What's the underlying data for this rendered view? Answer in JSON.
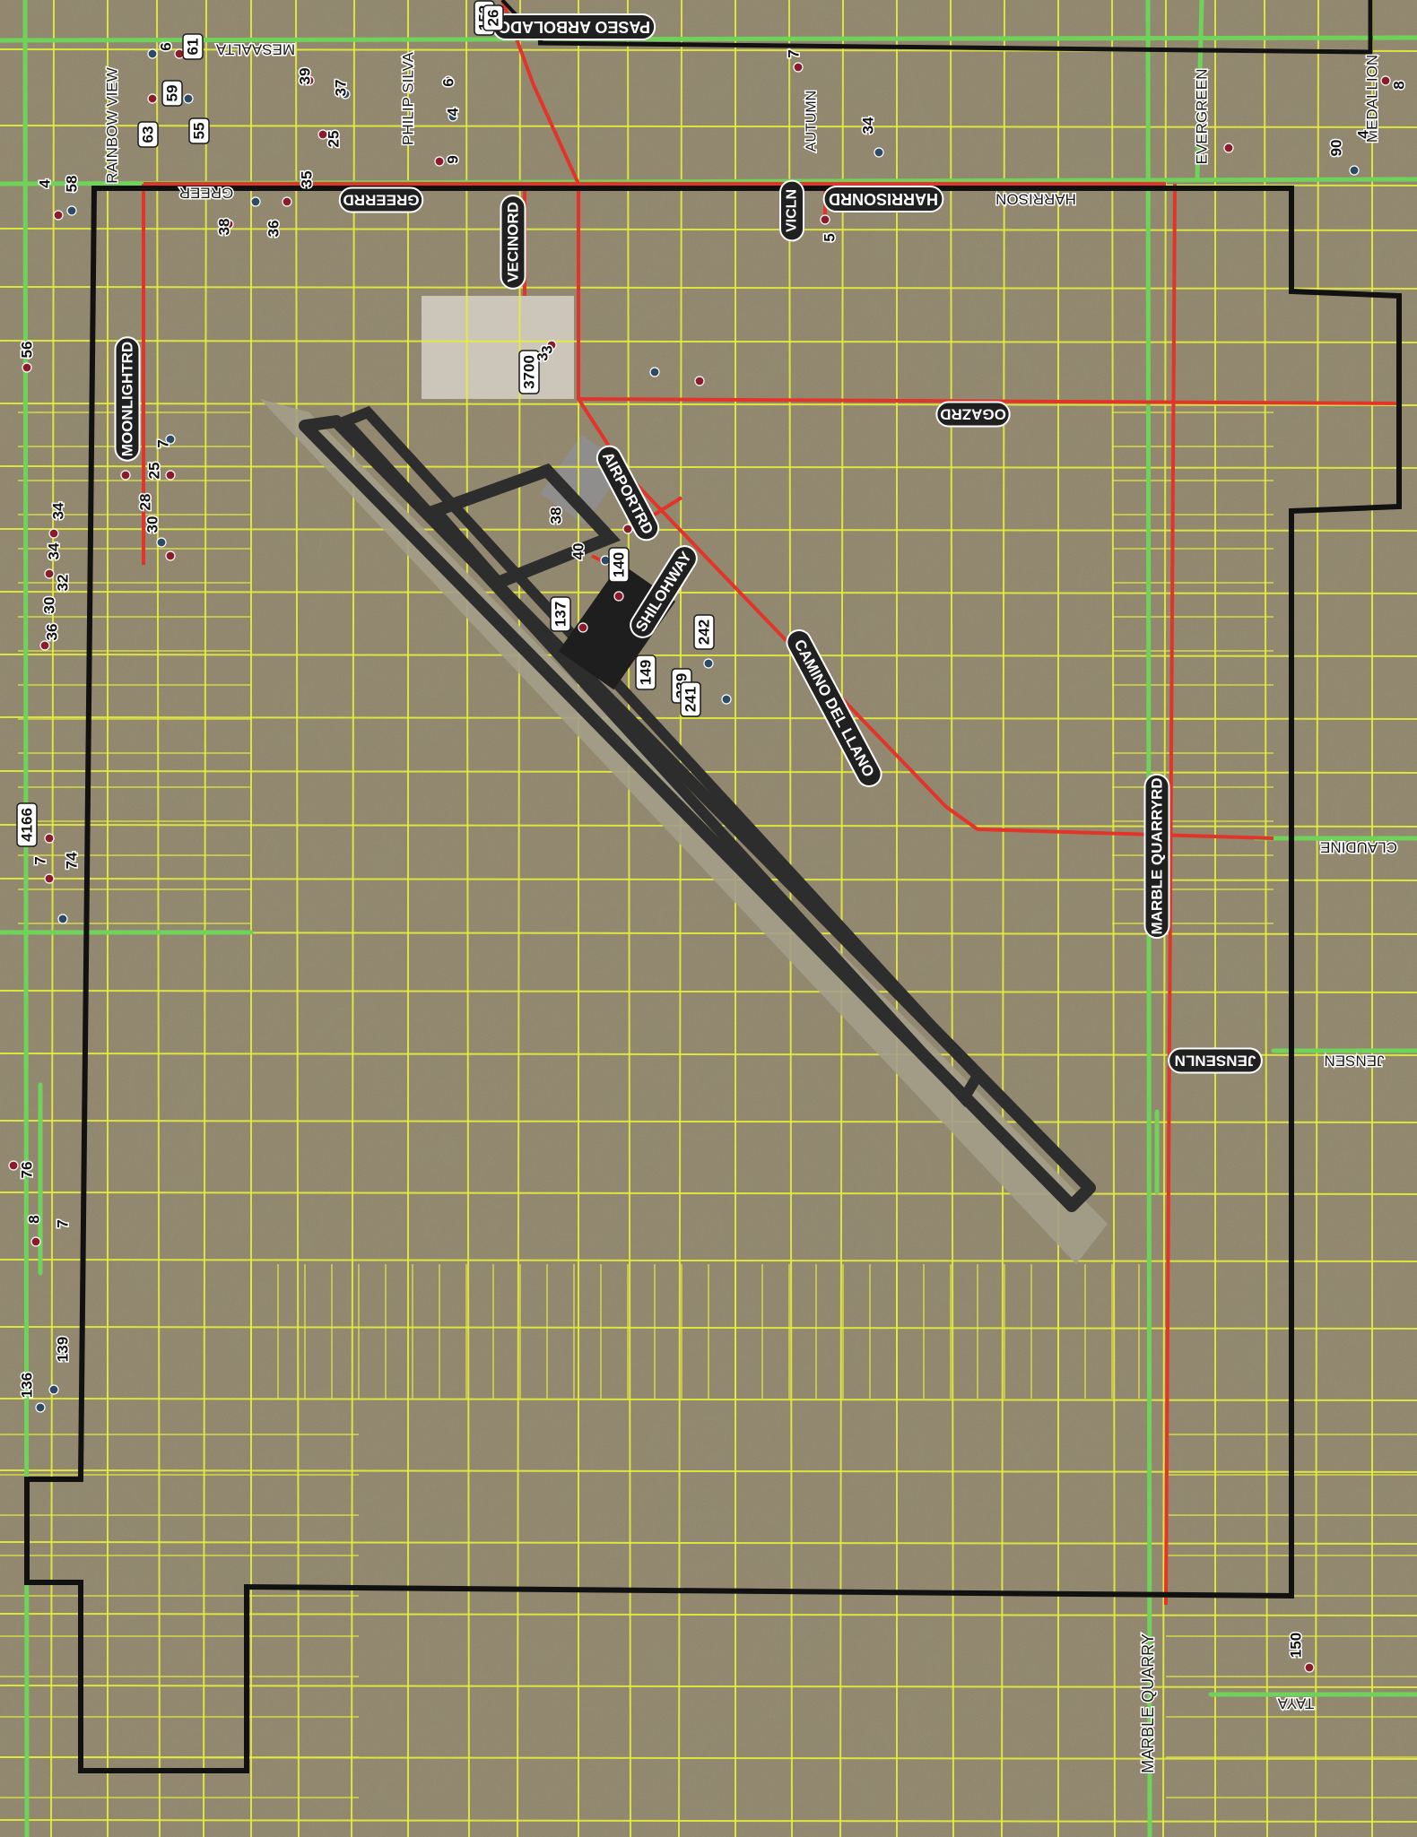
{
  "map": {
    "colors": {
      "terrain": "#9b8f74",
      "terrain_light": "#b2a78b",
      "parcel": "#e6ee3a",
      "street": "#6fd35a",
      "road": "#e3342a",
      "boundary": "#111111",
      "runway": "#303030",
      "runway_surface": "#a39b86",
      "label_dark": "#202020",
      "label_text": "#ffffff",
      "plain_label": "#1a1a1a",
      "address_dot": "#8b1a2a",
      "address_dot_blue": "#2a4a66"
    },
    "road_labels": [
      {
        "id": "paseo-arbolado",
        "text": "PASEO ARBOLADO"
      },
      {
        "id": "greer-rd",
        "text": "GREERRD"
      },
      {
        "id": "vecino-rd",
        "text": "VECINORD"
      },
      {
        "id": "harrison-rd",
        "text": "HARRISONRD"
      },
      {
        "id": "vic-ln",
        "text": "VICLN"
      },
      {
        "id": "moonlight-rd",
        "text": "MOONLIGHTRD"
      },
      {
        "id": "ogaz-rd",
        "text": "OGAZRD"
      },
      {
        "id": "airport-rd",
        "text": "AIRPORTRD"
      },
      {
        "id": "shiloh-way",
        "text": "SHILOHWAY"
      },
      {
        "id": "camino-del-llano",
        "text": "CAMINO DEL LLANO"
      },
      {
        "id": "marble-quarry-rd",
        "text": "MARBLE QUARRYRD"
      },
      {
        "id": "jensen-ln",
        "text": "JENSENLN"
      }
    ],
    "street_names": [
      {
        "id": "rainbow-view",
        "text": "RAINBOW VIEW"
      },
      {
        "id": "mesa-alta",
        "text": "MESAALTA"
      },
      {
        "id": "philip-silva",
        "text": "PHILIP SILVA"
      },
      {
        "id": "greer",
        "text": "GREER"
      },
      {
        "id": "autumn",
        "text": "AUTUMN"
      },
      {
        "id": "harrison",
        "text": "HARRISON"
      },
      {
        "id": "evergreen",
        "text": "EVERGREEN"
      },
      {
        "id": "medallion",
        "text": "MEDALLION"
      },
      {
        "id": "claudine",
        "text": "CLAUDINE"
      },
      {
        "id": "jensen",
        "text": "JENSEN"
      },
      {
        "id": "marble-quarry",
        "text": "MARBLE QUARRY"
      },
      {
        "id": "taya",
        "text": "TAYA"
      }
    ],
    "address_numbers": [
      "6",
      "61",
      "59",
      "63",
      "55",
      "39",
      "37",
      "25",
      "35",
      "36",
      "38",
      "9",
      "4",
      "6",
      "7",
      "34",
      "5",
      "90",
      "4",
      "8",
      "4",
      "58",
      "56",
      "3",
      "3700",
      "3",
      "7",
      "25",
      "28",
      "30",
      "34",
      "34",
      "32",
      "30",
      "36",
      "38",
      "40",
      "140",
      "137",
      "242",
      "149",
      "239",
      "241",
      "4166",
      "7",
      "74",
      "76",
      "8",
      "7",
      "139",
      "136",
      "150",
      "152",
      "26"
    ],
    "boxed_numbers": [
      "3700",
      "140",
      "137",
      "242",
      "149",
      "239",
      "241",
      "4166",
      "152",
      "26",
      "63",
      "55",
      "61",
      "59"
    ]
  }
}
